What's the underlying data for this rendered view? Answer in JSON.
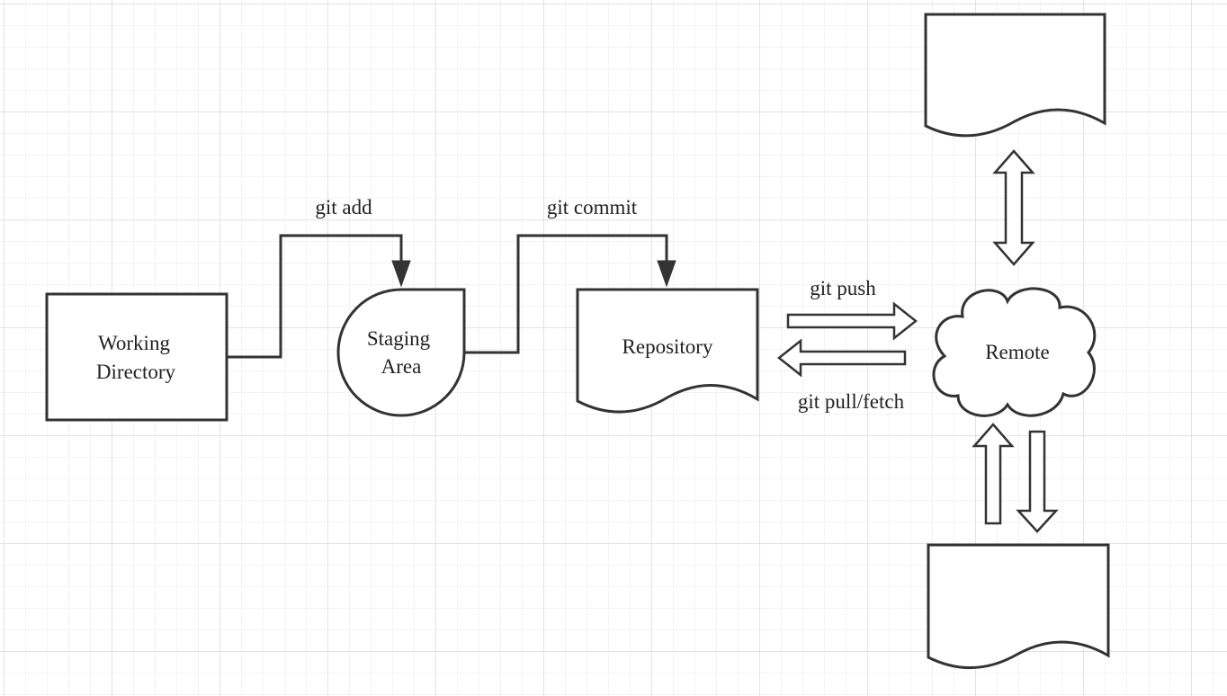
{
  "nodes": {
    "working_directory": {
      "line1": "Working",
      "line2": "Directory"
    },
    "staging_area": {
      "line1": "Staging",
      "line2": "Area"
    },
    "repository": {
      "label": "Repository"
    },
    "remote": {
      "label": "Remote"
    }
  },
  "edges": {
    "git_add": "git add",
    "git_commit": "git commit",
    "git_push": "git push",
    "git_pull_fetch": "git pull/fetch"
  },
  "colors": {
    "stroke": "#333333",
    "fill": "#ffffff",
    "grid_major": "#e3e3e3",
    "grid_minor": "#f3f3f3"
  }
}
